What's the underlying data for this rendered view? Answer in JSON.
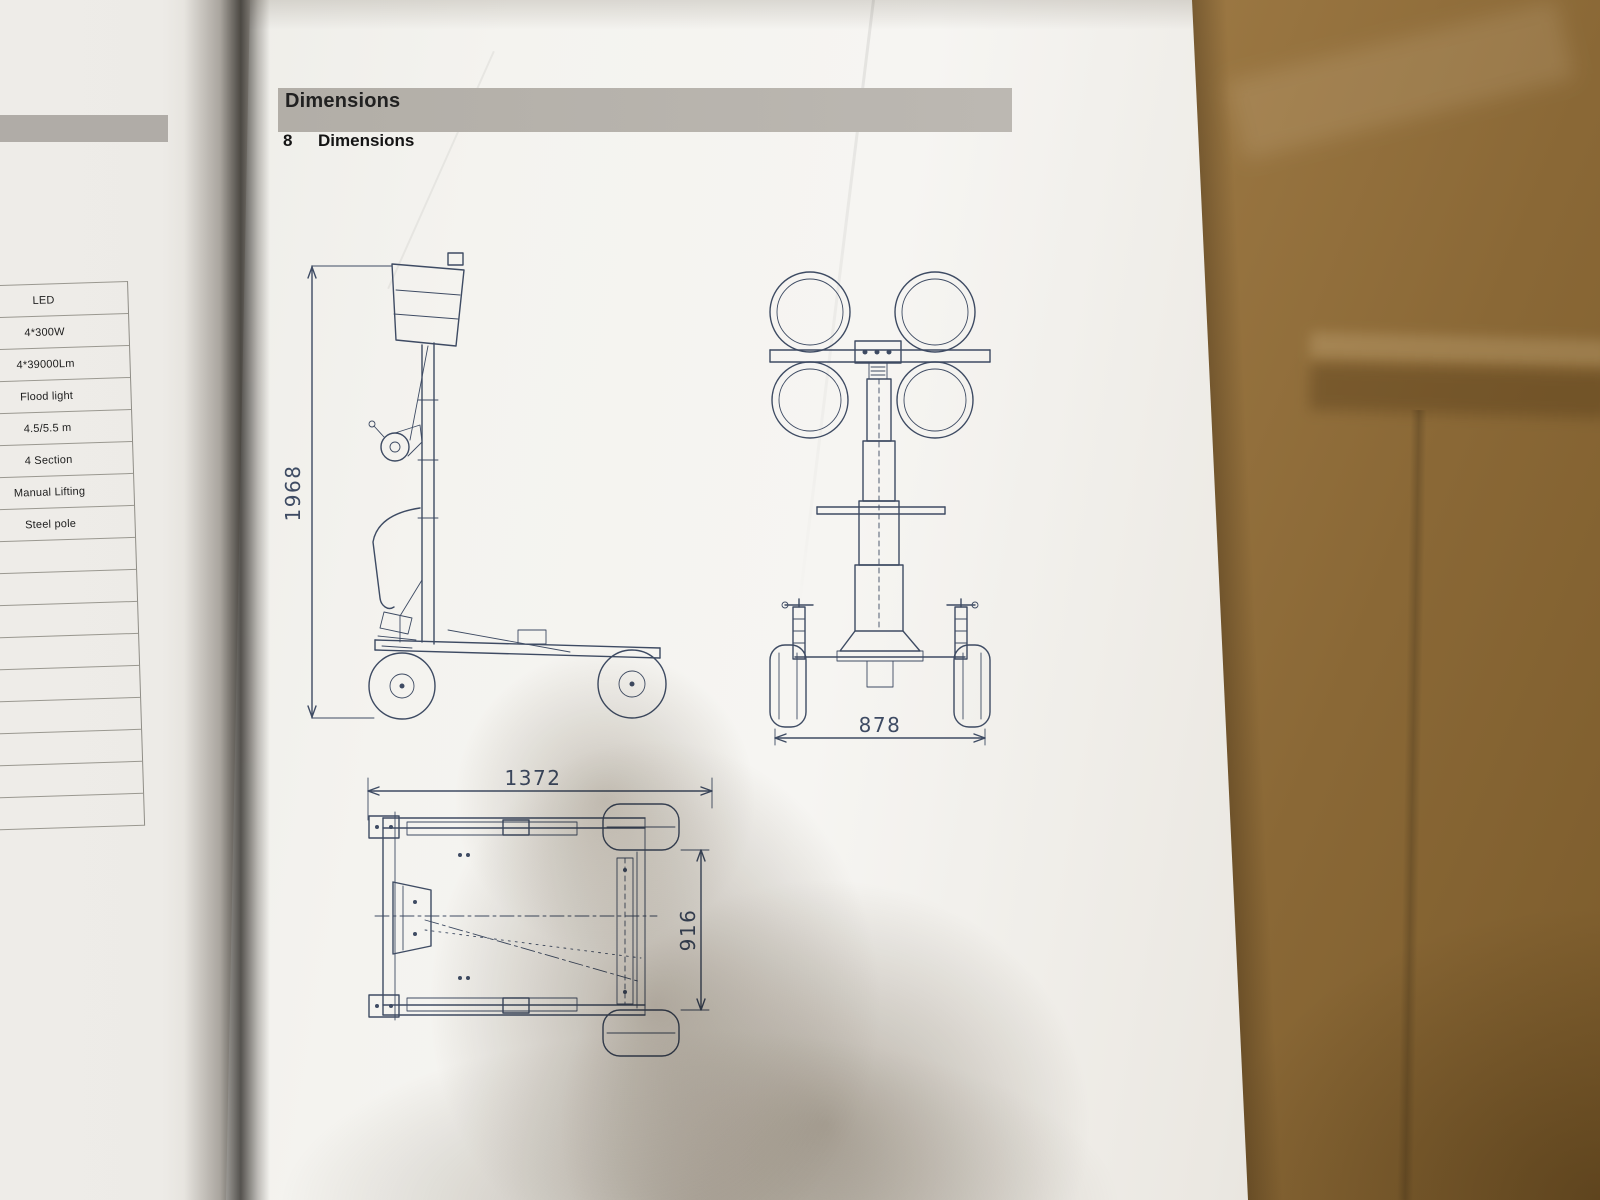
{
  "document": {
    "band_title": "Dimensions",
    "section_number": "8",
    "section_title": "Dimensions"
  },
  "spec_table": {
    "rows": [
      "LED",
      "4*300W",
      "4*39000Lm",
      "Flood light",
      "4.5/5.5 m",
      "4 Section",
      "Manual Lifting",
      "Steel pole"
    ]
  },
  "dimensions": {
    "side_view_height": "1968",
    "front_view_width": "878",
    "top_view_length": "1372",
    "top_view_width": "916"
  }
}
